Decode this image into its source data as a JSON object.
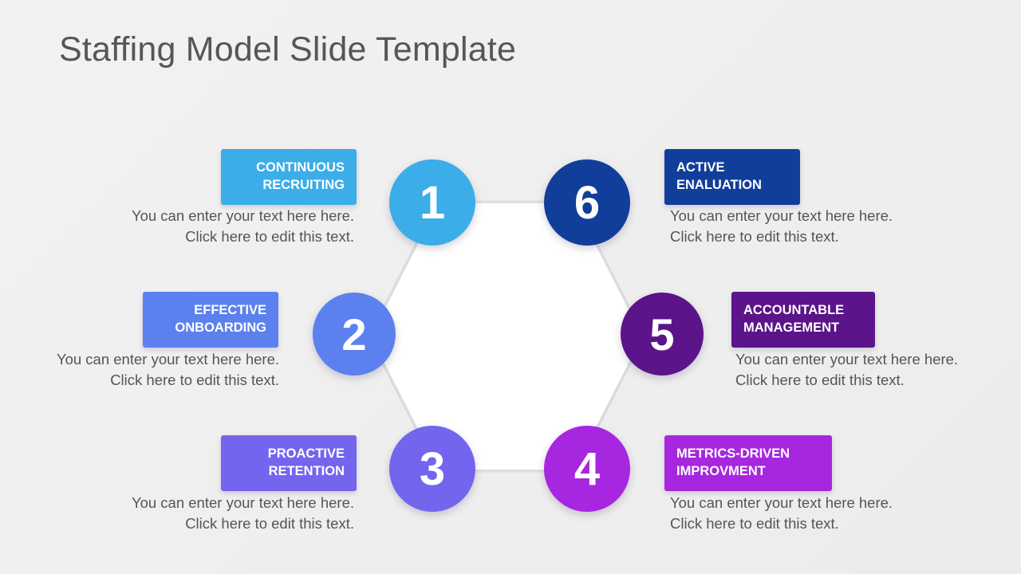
{
  "slide": {
    "title": "Staffing Model Slide Template",
    "background_color": "#f0f0f0",
    "title_color": "#565656",
    "center_shape": "hexagon",
    "center_shape_color": "#ffffff"
  },
  "body_text_default": "You can enter your text here here.\nClick here to edit this text.",
  "steps": [
    {
      "number": "1",
      "label": "CONTINUOUS\nRECRUITING",
      "body": "You can enter your text here here.\nClick here to edit this text.",
      "color": "#3BADE8",
      "side": "left"
    },
    {
      "number": "2",
      "label": "EFFECTIVE\nONBOARDING",
      "body": "You can enter your text here here.\nClick here to edit this text.",
      "color": "#5C81EE",
      "side": "left"
    },
    {
      "number": "3",
      "label": "PROACTIVE\nRETENTION",
      "body": "You can enter your text here here.\nClick here to edit this text.",
      "color": "#7465EE",
      "side": "left"
    },
    {
      "number": "4",
      "label": "METRICS-DRIVEN\nIMPROVMENT",
      "body": "You can enter your text here here.\nClick here to edit this text.",
      "color": "#A726E0",
      "side": "right"
    },
    {
      "number": "5",
      "label": "ACCOUNTABLE\nMANAGEMENT",
      "body": "You can enter your text here here.\nClick here to edit this text.",
      "color": "#5B1489",
      "side": "right"
    },
    {
      "number": "6",
      "label": "ACTIVE\nENALUATION",
      "body": "You can enter your text here here.\nClick here to edit this text.",
      "color": "#123E9B",
      "side": "right"
    }
  ]
}
